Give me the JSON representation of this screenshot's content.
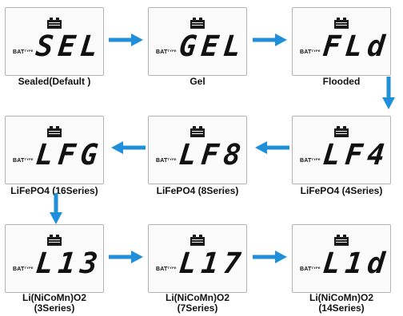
{
  "display_tag": "BAT",
  "display_tag_small": "TYPE",
  "modes": [
    {
      "code": "SEL",
      "label": "Sealed(Default )"
    },
    {
      "code": "GEL",
      "label": "Gel"
    },
    {
      "code": "FLd",
      "label": "Flooded"
    },
    {
      "code": "LF4",
      "label": "LiFePO4 (4Series)"
    },
    {
      "code": "LF8",
      "label": "LiFePO4 (8Series)"
    },
    {
      "code": "LFG",
      "label": "LiFePO4 (16Series)"
    },
    {
      "code": "L13",
      "label_line1": "Li(NiCoMn)O2",
      "label_line2": "(3Series)"
    },
    {
      "code": "L17",
      "label_line1": "Li(NiCoMn)O2",
      "label_line2": "(7Series)"
    },
    {
      "code": "L1d",
      "label_line1": "Li(NiCoMn)O2",
      "label_line2": "(14Series)"
    }
  ],
  "colors": {
    "arrow": "#1f8fd9",
    "segment": "#111111"
  }
}
